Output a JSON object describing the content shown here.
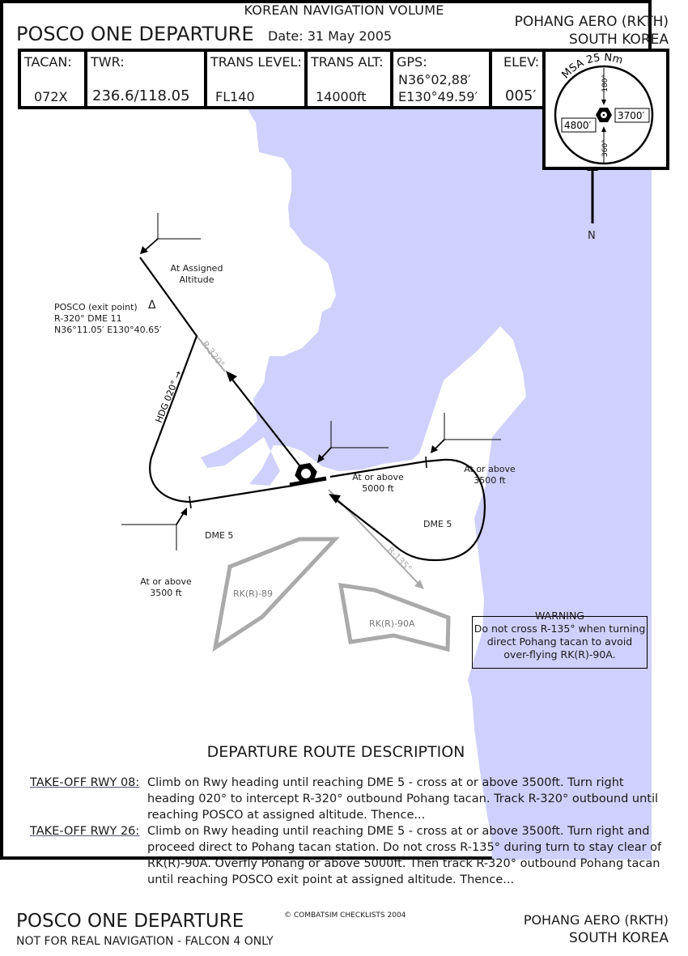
{
  "header": {
    "volume": "KOREAN NAVIGATION VOLUME",
    "procedure": "POSCO ONE DEPARTURE",
    "date": "Date: 31 May 2005",
    "airport": "POHANG AERO (RKTH)",
    "country": "SOUTH KOREA"
  },
  "info_cells": [
    {
      "label": "TACAN:",
      "value": "072X"
    },
    {
      "label": "TWR:",
      "value": "236.6/118.05"
    },
    {
      "label": "TRANS LEVEL:",
      "value": "FL140"
    },
    {
      "label": "TRANS ALT:",
      "value": "14000ft"
    },
    {
      "label": "GPS:",
      "value_line1": "N36°02,88′",
      "value_line2": "E130°49.59′"
    },
    {
      "label": "ELEV:",
      "value": "005′"
    }
  ],
  "msa": {
    "title": "MSA 25 Nm",
    "bearing_top": "180°",
    "bearing_bottom": "360°",
    "sector_west": "4800′",
    "sector_east": "3700′"
  },
  "map": {
    "north_label": "N",
    "exit_point": {
      "name": "POSCO (exit point)",
      "radial": "R-320° DME 11",
      "coords": "N36°11.05′ E130°40.65′",
      "symbol": "Δ",
      "constraint_line1": "At Assigned",
      "constraint_line2": "Altitude"
    },
    "route_labels": {
      "radial_320": "R-320°",
      "heading_020": "HDG 020° →",
      "radial_135": "R-135°",
      "dme_west": "DME 5",
      "dme_east": "DME 5"
    },
    "constraints": {
      "west": {
        "line1": "At or above",
        "line2": "3500 ft"
      },
      "east": {
        "line1": "At or above",
        "line2": "3500 ft"
      },
      "overfly": {
        "line1": "At or above",
        "line2": "5000 ft"
      }
    },
    "restricted_areas": [
      "RK(R)-89",
      "RK(R)-90A"
    ],
    "warning": {
      "title": "WARNING",
      "text": "Do not cross R-135° when turning direct Pohang tacan to avoid over-flying RK(R)-90A."
    },
    "colors": {
      "sea": "#cfd0fb",
      "restricted": "#aaaaaa",
      "route": "#000000"
    }
  },
  "description": {
    "title": "DEPARTURE ROUTE DESCRIPTION",
    "items": [
      {
        "label": "TAKE-OFF RWY 08:",
        "text": "Climb on Rwy heading until reaching DME 5 - cross at or above 3500ft. Turn right heading 020° to intercept R-320° outbound Pohang tacan. Track R-320° outbound  until reaching POSCO at assigned altitude. Thence..."
      },
      {
        "label": "TAKE-OFF RWY 26:",
        "text": "Climb on Rwy heading until reaching DME 5 - cross at or above 3500ft. Turn right and proceed direct to Pohang tacan station. Do not cross R-135° during turn to stay clear of RK(R)-90A. Overfly Pohang or above 5000ft.  Then track R-320° outbound Pohang tacan until reaching POSCO exit point at assigned altitude. Thence..."
      }
    ]
  },
  "footer": {
    "procedure": "POSCO ONE DEPARTURE",
    "copyright": "© COMBATSIM CHECKLISTS 2004",
    "disclaimer": "NOT FOR REAL NAVIGATION - FALCON 4 ONLY",
    "airport": "POHANG AERO (RKTH)",
    "country": "SOUTH KOREA"
  }
}
